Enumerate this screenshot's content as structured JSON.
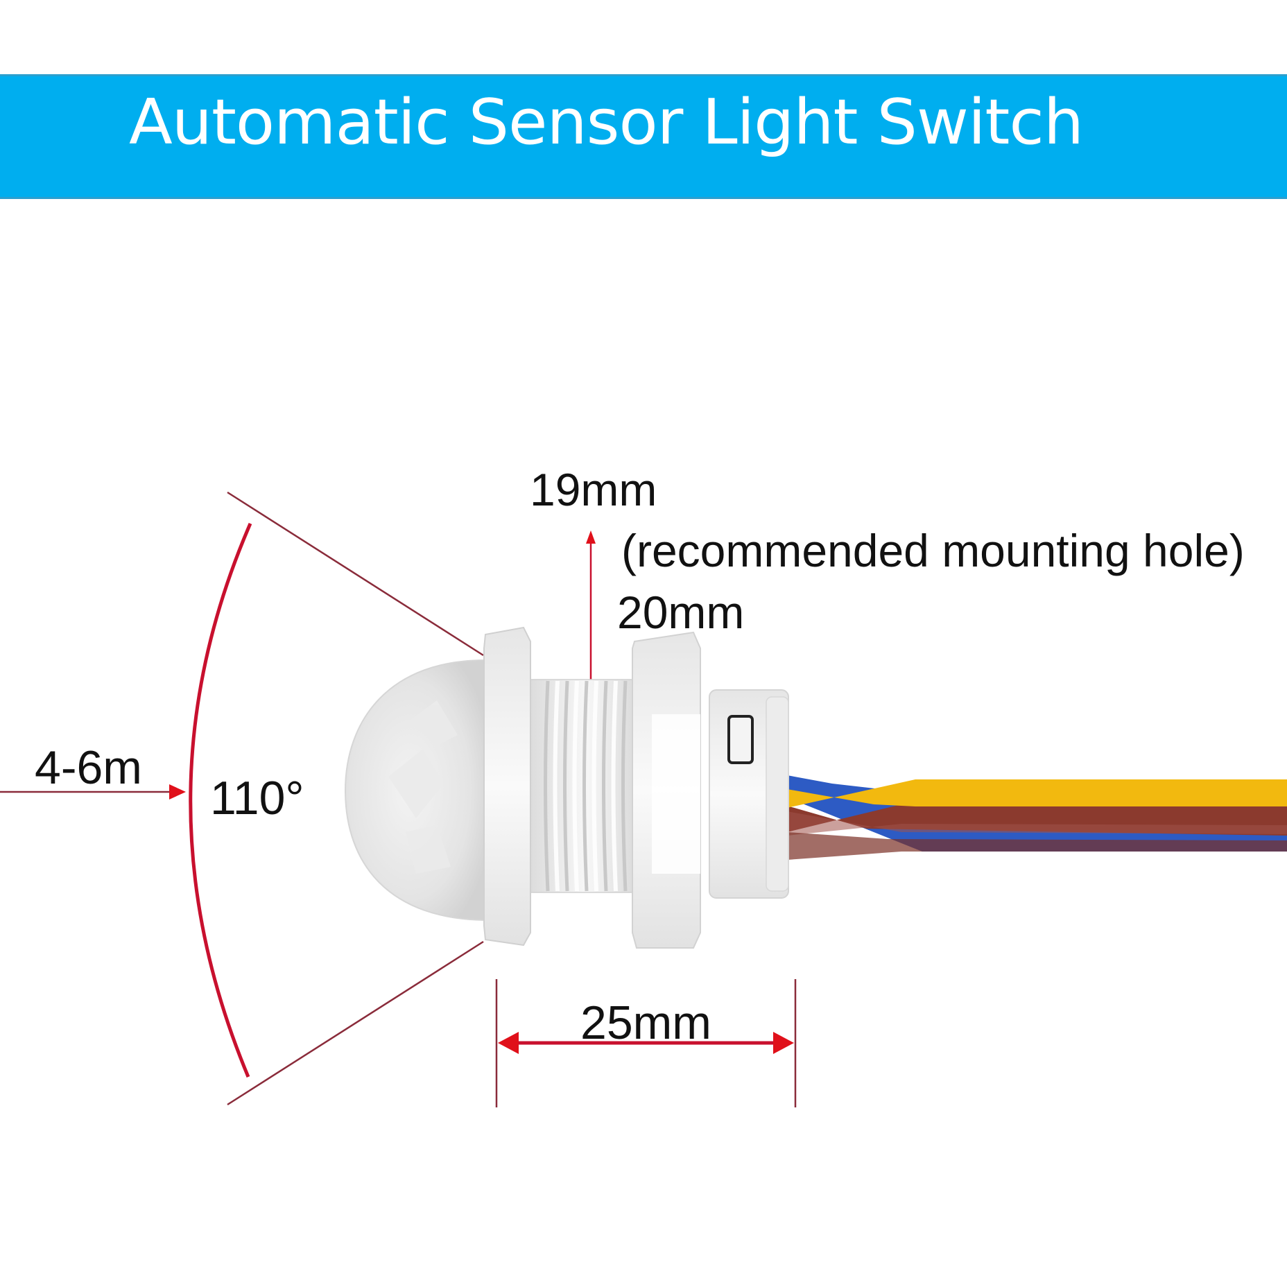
{
  "header": {
    "title": "Automatic Sensor Light Switch",
    "background_color": "#00AEEF",
    "text_color": "#FFFFFF"
  },
  "diagram": {
    "subject": "PIR motion sensor with dome lens, threaded body, locking nut and 3-wire lead",
    "annotation_color": "#C8102E",
    "labels": {
      "detection_range": "4-6m",
      "detection_angle": "110°",
      "hole_top": "19mm",
      "hole_note": "(recommended mounting hole)",
      "hole_bottom": "20mm",
      "body_length": "25mm"
    },
    "wires": [
      {
        "name": "yellow-wire",
        "color": "#F2B90F"
      },
      {
        "name": "brown-wire",
        "color": "#8B3A2E"
      },
      {
        "name": "blue-wire",
        "color": "#2D5BC4"
      }
    ]
  }
}
